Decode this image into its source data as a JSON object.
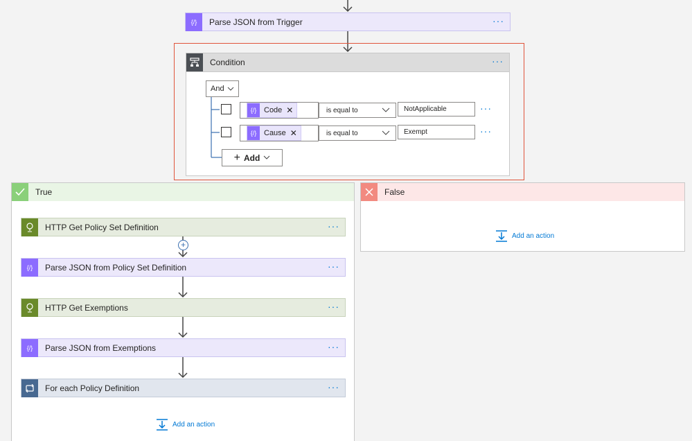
{
  "colors": {
    "accent": "#0078d4",
    "condition_border": "#e0533a",
    "true_header": "#e9f5e5",
    "false_header": "#fde7e7",
    "purple": "#8c6cff",
    "green": "#6a8a2a",
    "slate": "#486991"
  },
  "top_action": {
    "title": "Parse JSON from Trigger",
    "icon": "json-icon"
  },
  "condition": {
    "title": "Condition",
    "icon": "condition-icon",
    "group_operator": "And",
    "rows": [
      {
        "token": "Code",
        "operator": "is equal to",
        "value": "NotApplicable"
      },
      {
        "token": "Cause",
        "operator": "is equal to",
        "value": "Exempt"
      }
    ],
    "add_label": "Add"
  },
  "true_branch": {
    "title": "True",
    "actions": [
      {
        "title": "HTTP Get Policy Set Definition",
        "icon": "http-globe-icon"
      },
      {
        "title": "Parse JSON from Policy Set Definition",
        "icon": "json-icon"
      },
      {
        "title": "HTTP Get Exemptions",
        "icon": "http-globe-icon"
      },
      {
        "title": "Parse JSON from Exemptions",
        "icon": "json-icon"
      },
      {
        "title": "For each Policy Definition",
        "icon": "loop-icon"
      }
    ],
    "add_action_label": "Add an action"
  },
  "false_branch": {
    "title": "False",
    "add_action_label": "Add an action"
  },
  "more_label": "···"
}
